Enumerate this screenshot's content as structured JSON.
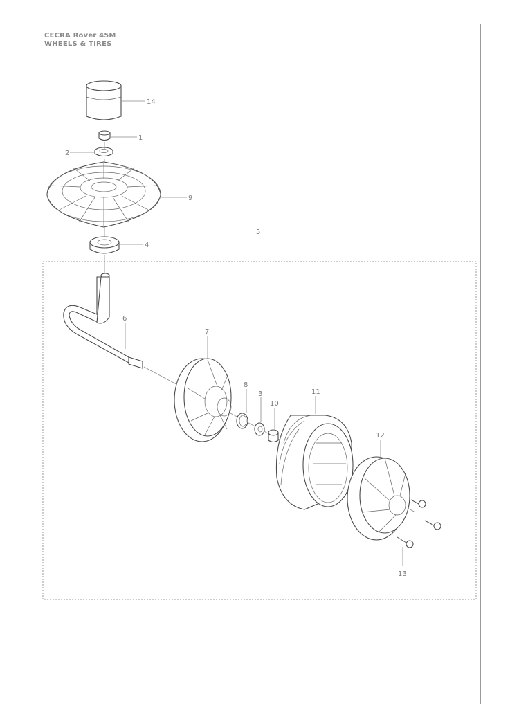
{
  "header": {
    "model": "CECRA Rover 45M",
    "section": "WHEELS & TIRES"
  },
  "callouts": {
    "c14": "14",
    "c1": "1",
    "c2": "2",
    "c9": "9",
    "c4": "4",
    "c5": "5",
    "c6": "6",
    "c7": "7",
    "c8": "8",
    "c3": "3",
    "c10": "10",
    "c11": "11",
    "c12": "12",
    "c13": "13"
  }
}
